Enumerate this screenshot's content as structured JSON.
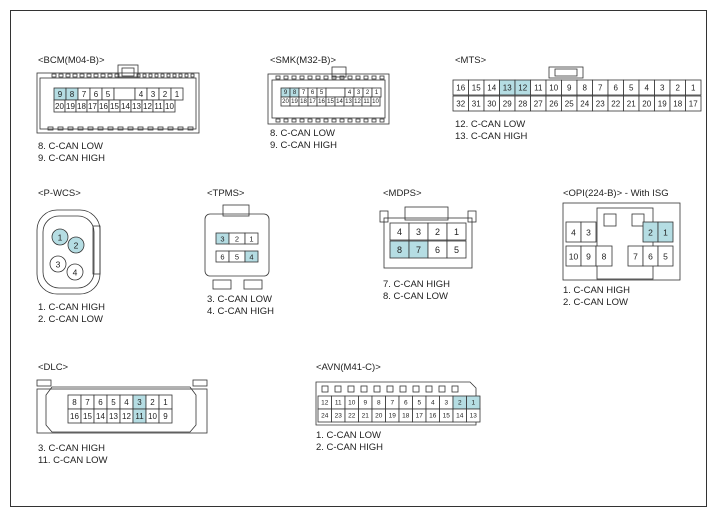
{
  "connectors": [
    {
      "id": "bcm",
      "title": "<BCM(M04-B)>",
      "notes": [
        "8. C-CAN LOW",
        "9. C-CAN HIGH"
      ],
      "rows": [
        [
          "9",
          "8",
          "7",
          "6",
          "5",
          "",
          "4",
          "3",
          "2",
          "1"
        ],
        [
          "20",
          "19",
          "18",
          "17",
          "16",
          "15",
          "14",
          "13",
          "12",
          "11",
          "10"
        ]
      ],
      "highlight": [
        "9",
        "8"
      ]
    },
    {
      "id": "smk",
      "title": "<SMK(M32-B)>",
      "notes": [
        "8. C-CAN LOW",
        "9. C-CAN HIGH"
      ],
      "rows": [
        [
          "9",
          "8",
          "7",
          "6",
          "5",
          "",
          "4",
          "3",
          "2",
          "1"
        ],
        [
          "20",
          "19",
          "18",
          "17",
          "16",
          "15",
          "14",
          "13",
          "12",
          "11",
          "10"
        ]
      ],
      "highlight": [
        "9",
        "8"
      ]
    },
    {
      "id": "mts",
      "title": "<MTS>",
      "notes": [
        "12. C-CAN LOW",
        "13. C-CAN HIGH"
      ],
      "rows": [
        [
          "16",
          "15",
          "14",
          "13",
          "12",
          "11",
          "10",
          "9",
          "8",
          "7",
          "6",
          "5",
          "4",
          "3",
          "2",
          "1"
        ],
        [
          "32",
          "31",
          "30",
          "29",
          "28",
          "27",
          "26",
          "25",
          "24",
          "23",
          "22",
          "21",
          "20",
          "19",
          "18",
          "17"
        ]
      ],
      "highlight": [
        "13",
        "12"
      ]
    },
    {
      "id": "pwcs",
      "title": "<P-WCS>",
      "notes": [
        "1. C-CAN HIGH",
        "2. C-CAN LOW"
      ],
      "pins": [
        "1",
        "2",
        "3",
        "4"
      ],
      "highlight": [
        "1",
        "2"
      ]
    },
    {
      "id": "tpms",
      "title": "<TPMS>",
      "notes": [
        "3. C-CAN LOW",
        "4. C-CAN HIGH"
      ],
      "rows": [
        [
          "3",
          "2",
          "1"
        ],
        [
          "6",
          "5",
          "4"
        ]
      ],
      "highlight": [
        "3",
        "4"
      ]
    },
    {
      "id": "mdps",
      "title": "<MDPS>",
      "notes": [
        "7. C-CAN HIGH",
        "8. C-CAN LOW"
      ],
      "rows": [
        [
          "4",
          "3",
          "2",
          "1"
        ],
        [
          "8",
          "7",
          "6",
          "5"
        ]
      ],
      "highlight": [
        "8",
        "7"
      ]
    },
    {
      "id": "opi",
      "title": "<OPI(224-B)> - With ISG",
      "notes": [
        "1. C-CAN HIGH",
        "2. C-CAN LOW"
      ],
      "pins": [
        "4",
        "3",
        "10",
        "9",
        "8",
        "2",
        "1",
        "7",
        "6",
        "5"
      ],
      "highlight": [
        "2",
        "1"
      ]
    },
    {
      "id": "dlc",
      "title": "<DLC>",
      "notes": [
        "3. C-CAN HIGH",
        "11. C-CAN LOW"
      ],
      "rows": [
        [
          "8",
          "7",
          "6",
          "5",
          "4",
          "3",
          "2",
          "1"
        ],
        [
          "16",
          "15",
          "14",
          "13",
          "12",
          "11",
          "10",
          "9"
        ]
      ],
      "highlight": [
        "3",
        "11"
      ]
    },
    {
      "id": "avn",
      "title": "<AVN(M41-C)>",
      "notes": [
        "1. C-CAN LOW",
        "2. C-CAN HIGH"
      ],
      "rows": [
        [
          "12",
          "11",
          "10",
          "9",
          "8",
          "7",
          "6",
          "5",
          "4",
          "3",
          "2",
          "1"
        ],
        [
          "24",
          "23",
          "22",
          "21",
          "20",
          "19",
          "18",
          "17",
          "16",
          "15",
          "14",
          "13"
        ]
      ],
      "highlight": [
        "2",
        "1"
      ]
    }
  ],
  "colors": {
    "highlight": "#b5dde3",
    "stroke": "#333333",
    "text": "#222222"
  }
}
